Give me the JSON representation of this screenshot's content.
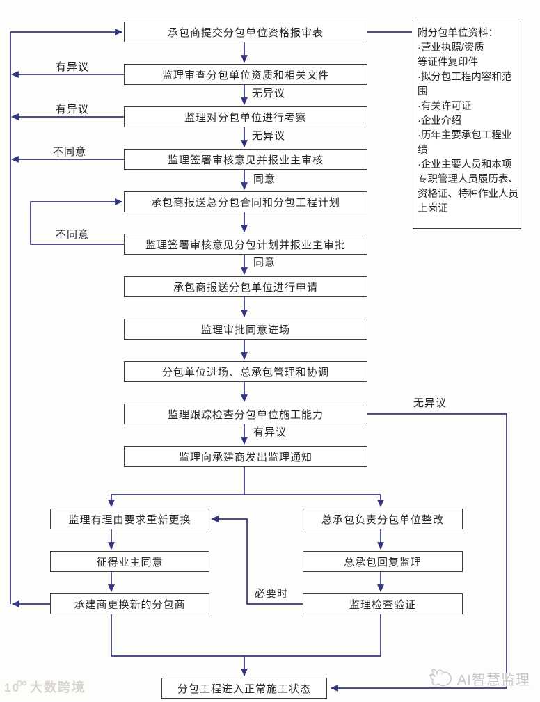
{
  "flow": {
    "main": [
      "承包商提交分包单位资格报审表",
      "监理审查分包单位资质和相关文件",
      "监理对分包单位进行考察",
      "监理签署审核意见并报业主审核",
      "承包商报送总分包合同和分包工程计划",
      "监理签署审核意见分包计划并报业主审批",
      "承包商报送分包单位进行申请",
      "监理审批同意进场",
      "分包单位进场、总承包管理和协调",
      "监理跟踪检查分包单位施工能力",
      "监理向承建商发出监理通知"
    ],
    "left_branch": [
      "监理有理由要求重新更换",
      "征得业主同意",
      "承建商更换新的分包商"
    ],
    "right_branch": [
      "总承包负责分包单位整改",
      "总承包回复监理",
      "监理检查验证"
    ],
    "final_node": "分包工程进入正常施工状态"
  },
  "edge_labels": {
    "review_objection": "有异议",
    "inspect_objection": "有异议",
    "owner_disagree": "不同意",
    "review_no_objection": "无异议",
    "inspect_no_objection": "无异议",
    "owner_agree": "同意",
    "plan_disagree": "不同意",
    "plan_agree": "同意",
    "track_objection": "有异议",
    "track_no_objection": "无异议",
    "when_necessary": "必要时"
  },
  "side_panel": {
    "lines": [
      "附分包单位资料：",
      "·营业执照/资质",
      "等证件复印件",
      "·拟分包工程内容和范",
      "围",
      "·有关许可证",
      "·企业介绍",
      "·历年主要承包工程业",
      "绩",
      "·企业主要人员和本项",
      "专职管理人员履历表、",
      "资格证、特种作业人员",
      "上岗证"
    ]
  },
  "watermarks": {
    "left_brand": "大数跨境",
    "right_brand": "AI智慧监理"
  },
  "colors": {
    "arrow": "#34357f",
    "box_border": "#3d3d3d",
    "watermark_left": "#d7d4cf",
    "watermark_right": "#c8c8c8"
  }
}
